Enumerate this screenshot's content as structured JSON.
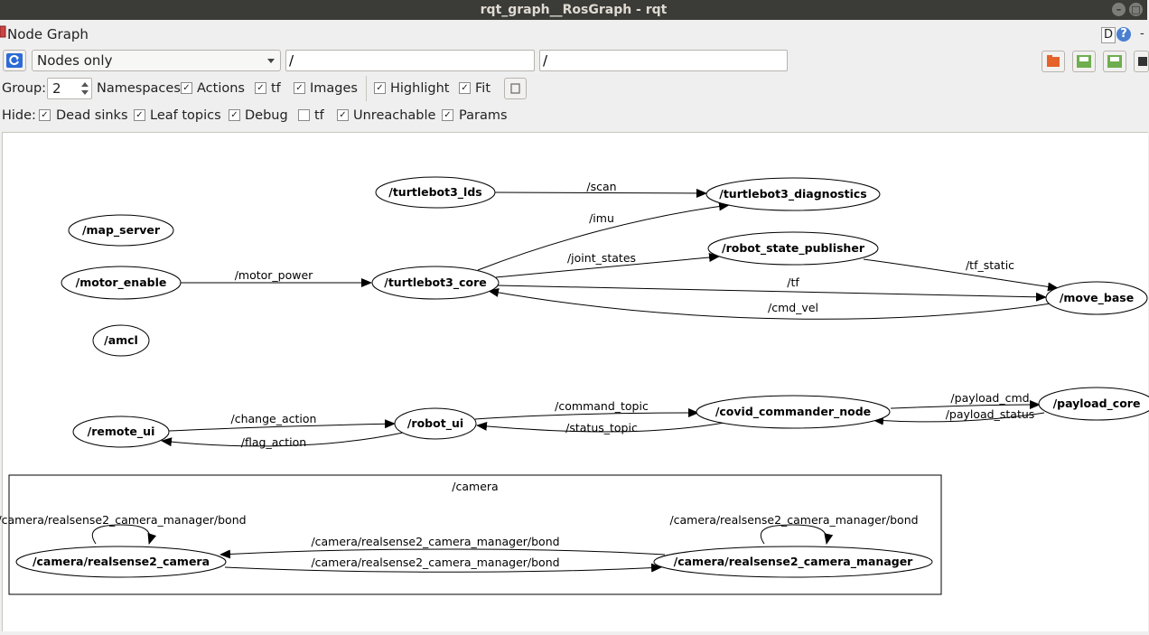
{
  "window": {
    "title": "rqt_graph__RosGraph - rqt",
    "plugin_title": "Node Graph",
    "d_label": "D",
    "help_label": "?",
    "min_label": "-"
  },
  "toolbar": {
    "refresh_icon": "refresh-icon",
    "mode_value": "Nodes only",
    "node_filter_value": "/",
    "topic_filter_value": "/"
  },
  "options": {
    "group_label": "Group:",
    "group_value": "2",
    "namespaces_label": "Namespaces",
    "actions_label": "Actions",
    "tf_label": "tf",
    "images_label": "Images",
    "highlight_label": "Highlight",
    "fit_label": "Fit"
  },
  "hide": {
    "label": "Hide:",
    "dead_sinks": "Dead sinks",
    "leaf_topics": "Leaf topics",
    "debug": "Debug",
    "tf": "tf",
    "unreachable": "Unreachable",
    "params": "Params"
  },
  "graph": {
    "nodes": {
      "turtlebot3_lds": "/turtlebot3_lds",
      "turtlebot3_diagnostics": "/turtlebot3_diagnostics",
      "map_server": "/map_server",
      "robot_state_publisher": "/robot_state_publisher",
      "motor_enable": "/motor_enable",
      "turtlebot3_core": "/turtlebot3_core",
      "move_base": "/move_base",
      "amcl": "/amcl",
      "remote_ui": "/remote_ui",
      "robot_ui": "/robot_ui",
      "covid_commander_node": "/covid_commander_node",
      "payload_core": "/payload_core",
      "realsense2_camera": "/camera/realsense2_camera",
      "realsense2_camera_manager": "/camera/realsense2_camera_manager"
    },
    "edges": {
      "scan": "/scan",
      "imu": "/imu",
      "joint_states": "/joint_states",
      "tf_static": "/tf_static",
      "motor_power": "/motor_power",
      "tf": "/tf",
      "cmd_vel": "/cmd_vel",
      "change_action": "/change_action",
      "flag_action": "/flag_action",
      "command_topic": "/command_topic",
      "status_topic": "/status_topic",
      "payload_cmd": "/payload_cmd",
      "payload_status": "/payload_status",
      "bond_left_loop": "/camera/realsense2_camera_manager/bond",
      "bond_right_loop": "/camera/realsense2_camera_manager/bond",
      "bond_top": "/camera/realsense2_camera_manager/bond",
      "bond_bottom": "/camera/realsense2_camera_manager/bond"
    },
    "cluster_label": "/camera"
  }
}
